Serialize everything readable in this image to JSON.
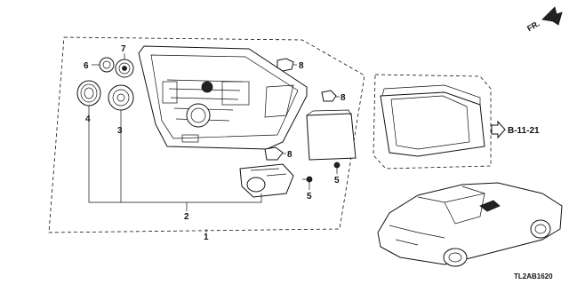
{
  "callouts": {
    "c1": "1",
    "c2": "2",
    "c3": "3",
    "c4": "4",
    "c5a": "5",
    "c5b": "5",
    "c6": "6",
    "c7": "7",
    "c8a": "8",
    "c8b": "8",
    "c8c": "8"
  },
  "reference": "B-11-21",
  "direction_label": "FR.",
  "diagram_code": "TL2AB1620"
}
